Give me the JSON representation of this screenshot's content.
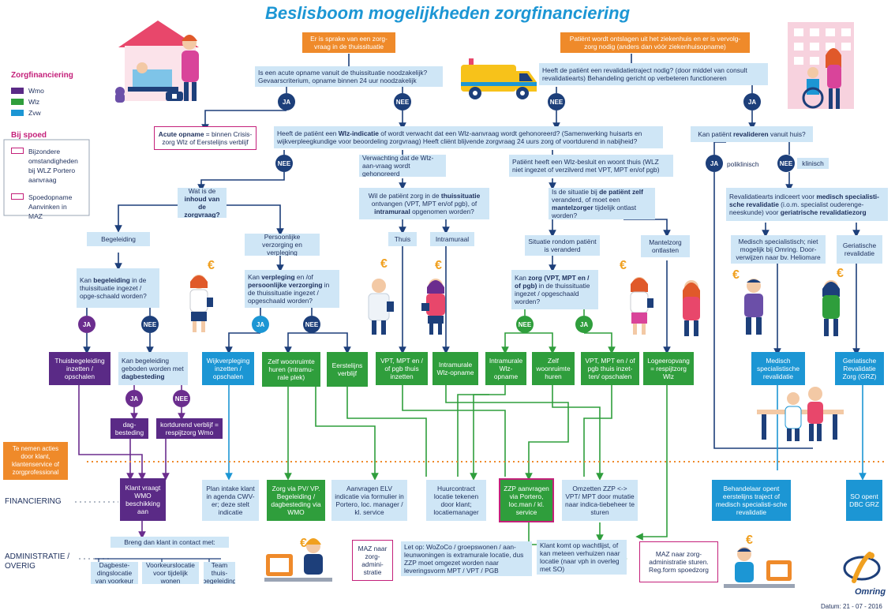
{
  "title": "Beslisboom mogelijkheden zorgfinanciering",
  "legend": {
    "heading": "Zorgfinanciering",
    "items": [
      {
        "label": "Wmo",
        "color": "#5a2a86"
      },
      {
        "label": "Wlz",
        "color": "#2f9e3c"
      },
      {
        "label": "Zvw",
        "color": "#1c96d4"
      }
    ],
    "spoed_heading": "Bij spoed",
    "spoed_items": [
      {
        "label": "Bijzondere omstandigheden bij WLZ Portero aanvraag"
      },
      {
        "label": "Spoedopname Aanvinken in MAZ"
      }
    ]
  },
  "side_labels": {
    "acties": "Te nemen acties door klant, klantenservice of zorgprofessional",
    "financiering": "FINANCIERING",
    "administratie": "ADMINISTRATIE / OVERIG"
  },
  "answers": {
    "ja": "JA",
    "nee": "NEE"
  },
  "start": {
    "thuis": "Er is sprake van een zorg-vraag in de thuissituatie",
    "ziekenhuis": "Patiënt wordt ontslagen uit het ziekenhuis en er is vervolg-zorg nodig (anders dan vóór ziekenhuisopname)"
  },
  "q_acute": "Is een acute opname vanuit de thuissituatie noodzakelijk? Gevaarscriterium, opname binnen 24 uur noodzakelijk",
  "q_revalidatie": "Heeft de patiënt een revalidatietraject nodig? (door middel van consult revalidatiearts) Behandeling gericht op verbeteren functioneren",
  "acute_opname": {
    "bold": "Acute opname",
    "rest": " = binnen Crisis-zorg Wlz of Eerstelijns verblijf"
  },
  "q_wlz": {
    "pre": "Heeft de patiënt een ",
    "bold": "Wlz-indicatie",
    "post": " of wordt verwacht dat een Wlz-aanvraag wordt gehonoreerd? (Samenwerking huisarts en wijkverpleegkundige voor beoordeling zorgvraag) Heeft cliënt blijvende zorgvraag 24 uurs zorg of voortdurend in nabijheid?"
  },
  "q_kan_revalideren": {
    "pre": "Kan patiënt ",
    "bold": "revalideren",
    "post": " vanuit huis?"
  },
  "klinisch": {
    "poli": "poliklinisch",
    "klin": "klinisch"
  },
  "q_inhoud": {
    "pre": "Wat is de ",
    "bold": "inhoud van de zorgvraag?"
  },
  "wlz_verwacht": "Verwachting dat de Wlz-aan-vraag wordt gehonoreerd",
  "wlz_besluit": "Patiënt heeft een Wlz-besluit en woont thuis (WLZ niet ingezet of verzilverd met VPT, MPT en/of pgb)",
  "revalidatiearts": {
    "pre": "Revalidatiearts indiceert voor ",
    "bold1": "medisch specialisti-sche revalidatie",
    "mid": " (i.o.m. specialist ouderenge-neeskunde) voor ",
    "bold2": "geriatrische revalidatiezorg"
  },
  "begeleiding": "Begeleiding",
  "persoonlijke": "Persoonlijke verzorging en verpleging",
  "q_thuissituatie": {
    "pre": "Wil de patiënt zorg in de ",
    "bold1": "thuissituatie",
    "mid": " ontvangen (VPT, MPT en/of pgb), of ",
    "bold2": "intramuraal",
    "post": " opgenomen worden?"
  },
  "q_zelf": {
    "pre": "Is de situatie bij ",
    "bold1": "de patiënt zelf",
    "mid": " veranderd, of moet een ",
    "bold2": "mantelzorger",
    "post": " tijdelijk ontlast worden?"
  },
  "med_spec_niet": "Medisch specialistisch; niet mogelijk bij Omring. Door-verwijzen naar bv. Heliomare",
  "ger_rev": "Geriatische revalidatie",
  "thuis": "Thuis",
  "intramuraal": "Intramuraal",
  "situatie_veranderd": "Situatie rondom patiënt is veranderd",
  "mantelzorg": "Mantelzorg ontlasten",
  "q_begeleiding": {
    "pre": "Kan ",
    "bold": "begeleiding",
    "post": " in de thuissituatie ingezet / opge-schaald worden?"
  },
  "q_verpleging": {
    "pre": "Kan ",
    "bold1": "verpleging",
    "mid": " en /of ",
    "bold2": "persoonlijke verzorging",
    "post": " in de thuissituatie ingezet / opgeschaald worden?"
  },
  "q_kanzorg": {
    "pre": "Kan ",
    "bold": "zorg (VPT, MPT en / of pgb)",
    "post": " in de thuissituatie ingezet / opgeschaald worden?"
  },
  "outcomes": {
    "thuisbegeleiding": "Thuisbegeleiding inzetten / opschalen",
    "dagbesteding_vraag": {
      "pre": "Kan begeleiding geboden worden met ",
      "bold": "dagbesteding"
    },
    "wijkverpleging": "Wijkverpleging inzetten / opschalen",
    "zelf_woonruimte": "Zelf woonruimte huren (intramu-rale plek)",
    "eerstelijns": "Eerstelijns verblijf",
    "vpt_thuis": "VPT, MPT en / of pgb thuis inzetten",
    "intramurale_opname": "Intramurale Wlz-opname",
    "intramurale_wlz": "Intramurale Wlz-opname",
    "zelf_huren": "Zelf woonruimte huren",
    "vpt_inzetten": "VPT, MPT en / of pgb thuis inzet-ten/ opschalen",
    "logeeropvang": "Logeeropvang = respijtzorg Wlz",
    "medisch_spec": "Medisch specialistische revalidatie",
    "grz": "Geriatische Revalidatie Zorg (GRZ)",
    "dagbesteding": "dag-besteding",
    "kortdurend": "kortdurend verblijf = respijtzorg Wmo"
  },
  "financiering": {
    "wmo": "Klant vraagt WMO beschikking aan",
    "intake": "Plan intake klant in agenda CWV-er; deze stelt indicatie",
    "pv_vp": "Zorg via PV/ VP. Begeleiding / dagbesteding via WMO",
    "elv": "Aanvragen ELV indicatie via formulier in Portero, loc. manager / kl. service",
    "huurcontract": "Huurcontract locatie tekenen door klant; locatiemanager",
    "zzp": "ZZP aanvragen via Portero, loc.man / kl. service",
    "omzetten": "Omzetten ZZP <-> VPT/ MPT door mutatie naar indica-tiebeheer te sturen",
    "behandelaar": "Behandelaar opent eerstelijns traject of medisch specialisti-sche revalidatie",
    "so": "SO opent DBC GRZ"
  },
  "administratie": {
    "contact": "Breng dan klant in contact met:",
    "dagbesteding": "Dagbeste-dingslocatie van voorkeur",
    "voorkeur": "Voorkeurslocatie voor tijdelijk wonen",
    "team": "Team thuis-begeleiding",
    "maz": "MAZ naar zorg-admini-stratie",
    "letop": "Let op: WoZoCo / groepswonen / aan-leunwoningen is extramurale locatie, dus ZZP moet omgezet worden naar leveringsvorm MPT / VPT / PGB",
    "wachtlijst": "Klant komt op wachtlijst, of kan meteen verhuizen naar locatie (naar vph in overleg met SO)",
    "maz_spoed": "MAZ naar zorg-administratie sturen. Reg.form spoedzorg"
  },
  "logo": "Omring",
  "datum": "Datum: 21 - 07 - 2016",
  "euro": "€"
}
